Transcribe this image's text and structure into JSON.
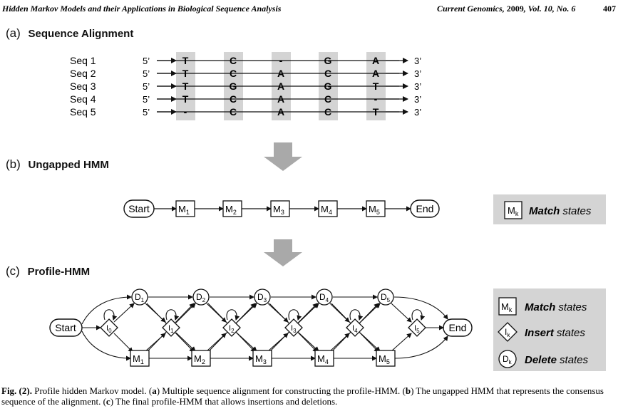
{
  "header": {
    "left": "Hidden Markov Models and their Applications in Biological Sequence Analysis",
    "journal": "Current Genomics",
    "year": "2009",
    "volume": "Vol. 10",
    "issue": "No. 6",
    "page": "407"
  },
  "panel_a": {
    "letter": "(a)",
    "title": "Sequence Alignment",
    "five_prime": "5’",
    "three_prime": "3’",
    "sequences": [
      {
        "name": "Seq 1",
        "residues": [
          "T",
          "C",
          "-",
          "G",
          "A"
        ]
      },
      {
        "name": "Seq 2",
        "residues": [
          "T",
          "C",
          "A",
          "C",
          "A"
        ]
      },
      {
        "name": "Seq 3",
        "residues": [
          "T",
          "G",
          "A",
          "G",
          "T"
        ]
      },
      {
        "name": "Seq 4",
        "residues": [
          "T",
          "C",
          "A",
          "C",
          "-"
        ]
      },
      {
        "name": "Seq 5",
        "residues": [
          "-",
          "C",
          "A",
          "C",
          "T"
        ]
      }
    ]
  },
  "panel_b": {
    "letter": "(b)",
    "title": "Ungapped HMM",
    "start": "Start",
    "end": "End",
    "match_letter": "M",
    "subscripts": [
      "1",
      "2",
      "3",
      "4",
      "5"
    ],
    "legend": {
      "symbol": "M",
      "sub": "k",
      "bold": "Match",
      "rest": "states"
    }
  },
  "panel_c": {
    "letter": "(c)",
    "title": "Profile-HMM",
    "start": "Start",
    "end": "End",
    "match_letter": "M",
    "insert_letter": "I",
    "delete_letter": "D",
    "match_subs": [
      "1",
      "2",
      "3",
      "4",
      "5"
    ],
    "insert_subs": [
      "0",
      "1",
      "2",
      "3",
      "4",
      "5"
    ],
    "delete_subs": [
      "1",
      "2",
      "3",
      "4",
      "5"
    ],
    "legend": [
      {
        "symbol": "M",
        "sub": "k",
        "bold": "Match",
        "rest": "states"
      },
      {
        "symbol": "I",
        "sub": "k",
        "bold": "Insert",
        "rest": "states"
      },
      {
        "symbol": "D",
        "sub": "k",
        "bold": "Delete",
        "rest": "states"
      }
    ]
  },
  "caption": {
    "fig": "Fig. (2).",
    "intro": "Profile hidden Markov model. (",
    "a": "a",
    "a_text": ") Multiple sequence alignment for constructing the profile-HMM. (",
    "b": "b",
    "b_text": ") The ungapped HMM that represents the consensus sequence of the alignment. (",
    "c": "c",
    "c_text": ") The final profile-HMM that allows insertions and deletions."
  }
}
